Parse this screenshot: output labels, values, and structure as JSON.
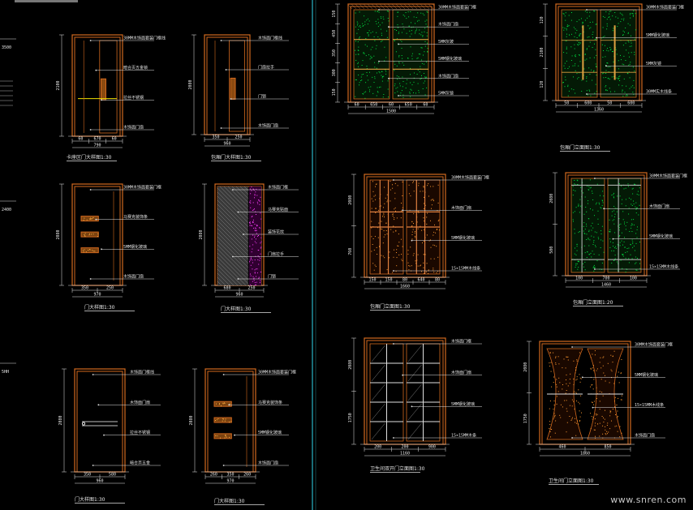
{
  "drawing": {
    "colors": {
      "background": "#000000",
      "door_frame": "#d2691e",
      "leader": "#e0e0e0",
      "dimension": "#e8e8e8",
      "glass_dots": "#00e040",
      "ornament": "#ff40ff",
      "sheet_divider": "#2ab7c9"
    },
    "panels": [
      {
        "id": "d1",
        "caption": "卡座区门大样图1:30",
        "heights": [
          "2100"
        ],
        "widths": [
          "60",
          "670",
          "60"
        ],
        "total": "790",
        "callouts": [
          "30MM木饰面套装门框线",
          "暗合页五金锁",
          "拉丝不锈钢",
          "木饰面门扇"
        ]
      },
      {
        "id": "d2",
        "caption": "包厢门大样图1:30",
        "heights": [
          "2080"
        ],
        "widths": [
          "350",
          "250"
        ],
        "total": "960",
        "callouts": [
          "木饰面门框线",
          "门扇拉手",
          "门锁",
          "木饰面门扇"
        ]
      },
      {
        "id": "d3",
        "caption": "门大样图1:30",
        "heights": [
          "2080"
        ],
        "widths": [
          "350",
          "250"
        ],
        "total": "970",
        "callouts": [
          "30MM木饰面套装门框",
          "马赛克装饰条",
          "5MM钢化玻璃",
          "木饰面门扇"
        ]
      },
      {
        "id": "d4",
        "caption": "门大样图1:30",
        "heights": [
          "2080"
        ],
        "widths": [
          "680",
          "250"
        ],
        "total": "960",
        "callouts": [
          "木饰面门框",
          "马赛克贴面",
          "装饰花纹",
          "门扇拉手",
          "门锁"
        ]
      },
      {
        "id": "d5",
        "caption": "门大样图1:30",
        "heights": [
          "2080"
        ],
        "widths": [
          "350",
          "580"
        ],
        "total": "960",
        "callouts": [
          "木饰面门框线",
          "木饰面门扇",
          "拉丝不锈钢",
          "暗合页五金"
        ]
      },
      {
        "id": "d6",
        "caption": "门大样图1:30",
        "heights": [
          "2080"
        ],
        "widths": [
          "260",
          "350",
          "260"
        ],
        "total": "970",
        "callouts": [
          "30MM木饰面套装门框",
          "马赛克装饰条",
          "5MM钢化玻璃",
          "木饰面门扇"
        ]
      },
      {
        "id": "d7",
        "caption": "",
        "heights": [
          "150",
          "450",
          "350",
          "300",
          "150"
        ],
        "widths": [
          "60",
          "650",
          "60",
          "650",
          "60"
        ],
        "total": "1500",
        "callouts": [
          "30MM木饰面套装门框",
          "木饰面门扇",
          "5MM灰玻",
          "5MM钢化玻璃",
          "木饰面门扇",
          "5MM灰镜"
        ]
      },
      {
        "id": "d8",
        "caption": "包厢门立面图1:30",
        "heights": [
          "120",
          "2100",
          "120"
        ],
        "widths": [
          "50",
          "600",
          "50",
          "600"
        ],
        "total": "1360",
        "callouts": [
          "30MM木饰面套装门框",
          "5MM钢化玻璃",
          "5MM灰镜",
          "30MM实木线条"
        ]
      },
      {
        "id": "d9",
        "caption": "包厢门立面图1:30",
        "heights": [
          "2080",
          "760"
        ],
        "widths": [
          "150",
          "150",
          "80",
          "640",
          "80"
        ],
        "total": "1660",
        "callouts": [
          "30MM木饰面套装门框",
          "木饰面门扇",
          "5MM钢化玻璃",
          "15×15MM木线条"
        ]
      },
      {
        "id": "d10",
        "caption": "包厢门立面图1:20",
        "heights": [
          "2080",
          "500"
        ],
        "widths": [
          "100",
          "700",
          "100"
        ],
        "total": "1460",
        "callouts": [
          "30MM木饰面套装门框",
          "木饰面门扇",
          "5MM钢化玻璃",
          "15×15MM木线条"
        ]
      },
      {
        "id": "d11",
        "caption": "卫生间双开门立面图1:30",
        "heights": [
          "2080",
          "1750"
        ],
        "widths": [
          "200",
          "200",
          "900"
        ],
        "total": "1160",
        "callouts": [
          "木饰面门框",
          "木饰面门扇",
          "5MM钢化玻璃",
          "15×15MM木条"
        ]
      },
      {
        "id": "d12",
        "caption": "卫生间门立面图1:30",
        "heights": [
          "2080",
          "1750"
        ],
        "widths": [
          "460",
          "850"
        ],
        "total": "1860",
        "callouts": [
          "30MM木饰面套装门框",
          "5MM钢化玻璃",
          "15×15MM木线条",
          "木饰面门扇"
        ]
      }
    ],
    "edge_labels": [
      "3500",
      "2400",
      "5HH"
    ]
  },
  "watermark": "www.snren.com"
}
